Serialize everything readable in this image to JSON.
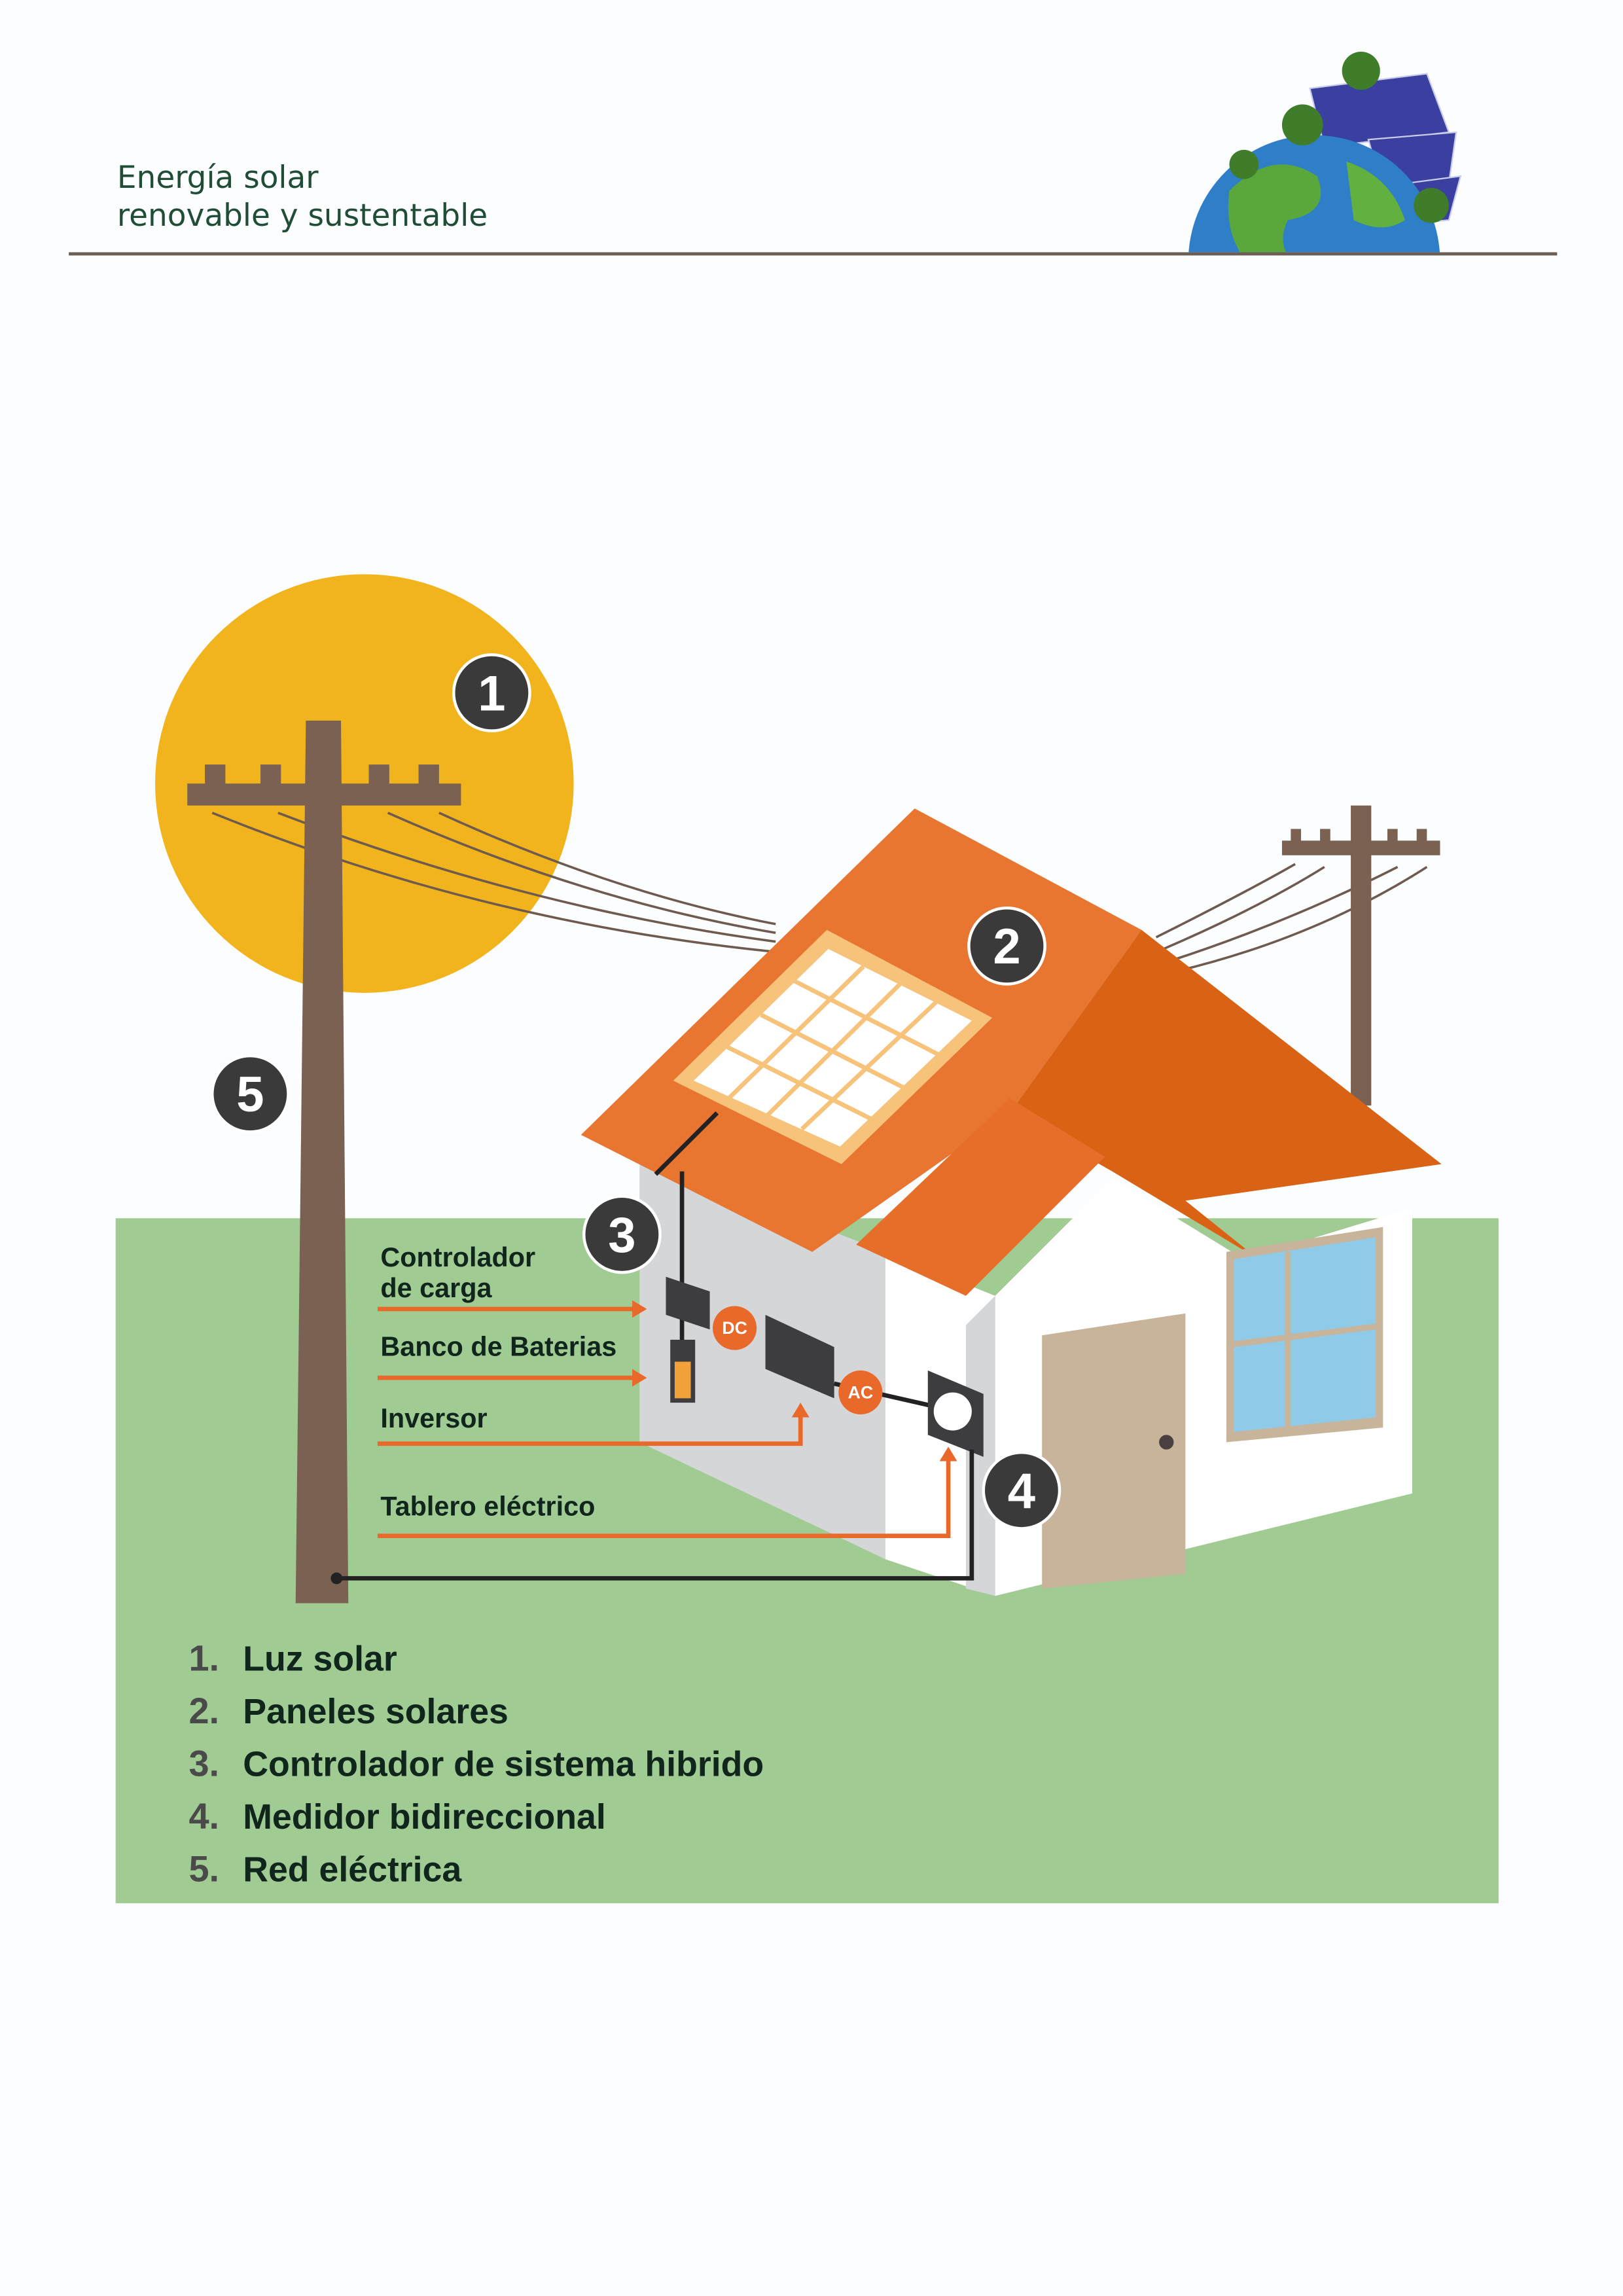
{
  "header": {
    "title_line1": "Energía solar",
    "title_line2": "renovable y sustentable"
  },
  "diagram": {
    "badges": [
      "1",
      "2",
      "3",
      "4",
      "5"
    ],
    "callouts": {
      "controller_line1": "Controlador",
      "controller_line2": "de carga",
      "batteries": "Banco de Baterias",
      "inverter": "Inversor",
      "panel": "Tablero eléctrico"
    },
    "tags": {
      "dc": "DC",
      "ac": "AC"
    }
  },
  "legend": [
    {
      "num": "1.",
      "label": "Luz solar"
    },
    {
      "num": "2.",
      "label": "Paneles solares"
    },
    {
      "num": "3.",
      "label": "Controlador de sistema hibrido"
    },
    {
      "num": "4.",
      "label": "Medidor bidireccional"
    },
    {
      "num": "5.",
      "label": "Red eléctrica"
    }
  ],
  "colors": {
    "ground": "#a0cb93",
    "sun": "#f2b41c",
    "roof": "#e87530",
    "accent_line": "#e8692a",
    "text": "#10261d"
  }
}
